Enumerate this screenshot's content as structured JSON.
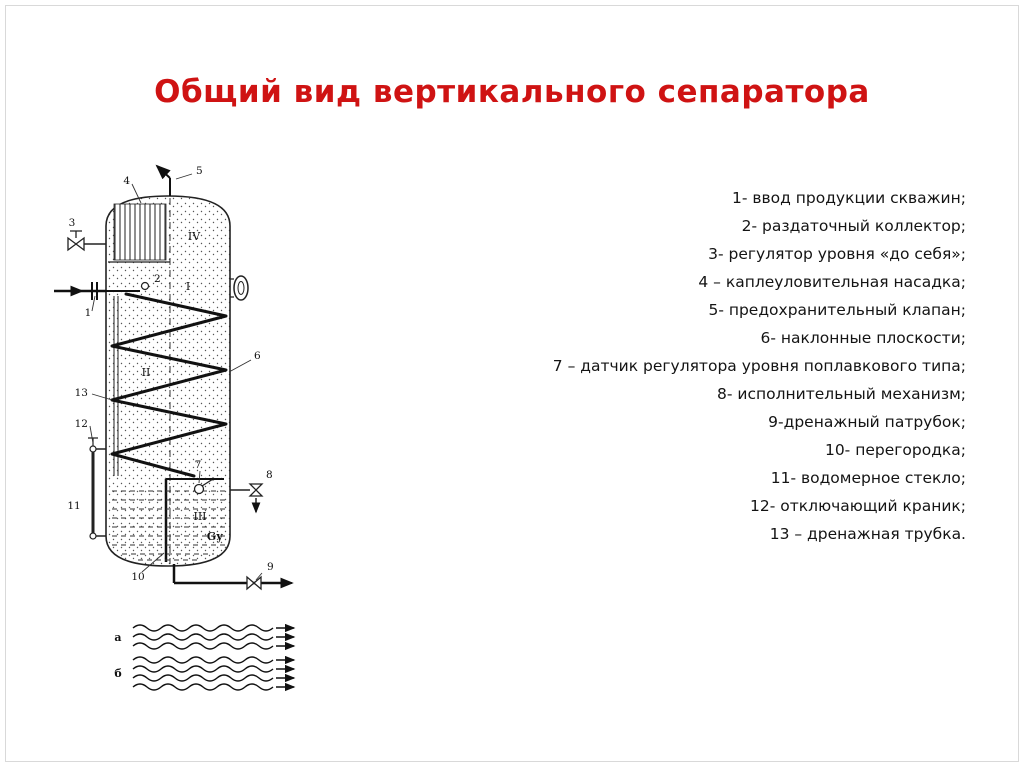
{
  "page": {
    "title": "Общий вид вертикального сепаратора",
    "title_color": "#cf1313",
    "line_color": "#1a1a1a"
  },
  "legend": {
    "items": [
      "1- ввод продукции скважин;",
      "2- раздаточный коллектор;",
      "3- регулятор уровня «до себя»;",
      "4 – каплеуловительная насадка;",
      "5- предохранительный клапан;",
      "6- наклонные плоскости;",
      "7 – датчик регулятора уровня поплавкового типа;",
      "8- исполнительный механизм;",
      "9-дренажный патрубок;",
      "10- перегородка;",
      "11- водомерное стекло;",
      "12- отключающий краник;",
      "13 – дренажная трубка."
    ]
  },
  "diagram": {
    "callouts": {
      "c1": "1",
      "c2": "2",
      "c3": "3",
      "c4": "4",
      "c5": "5",
      "c6": "6",
      "c7": "7",
      "c8": "8",
      "c9": "9",
      "c10": "10",
      "c11": "11",
      "c12": "12",
      "c13": "13"
    },
    "zones": {
      "z1": "I",
      "z2": "II",
      "z3": "III",
      "z4": "IV",
      "gy": "Gу"
    },
    "waves": {
      "a": "а",
      "b": "б"
    }
  }
}
